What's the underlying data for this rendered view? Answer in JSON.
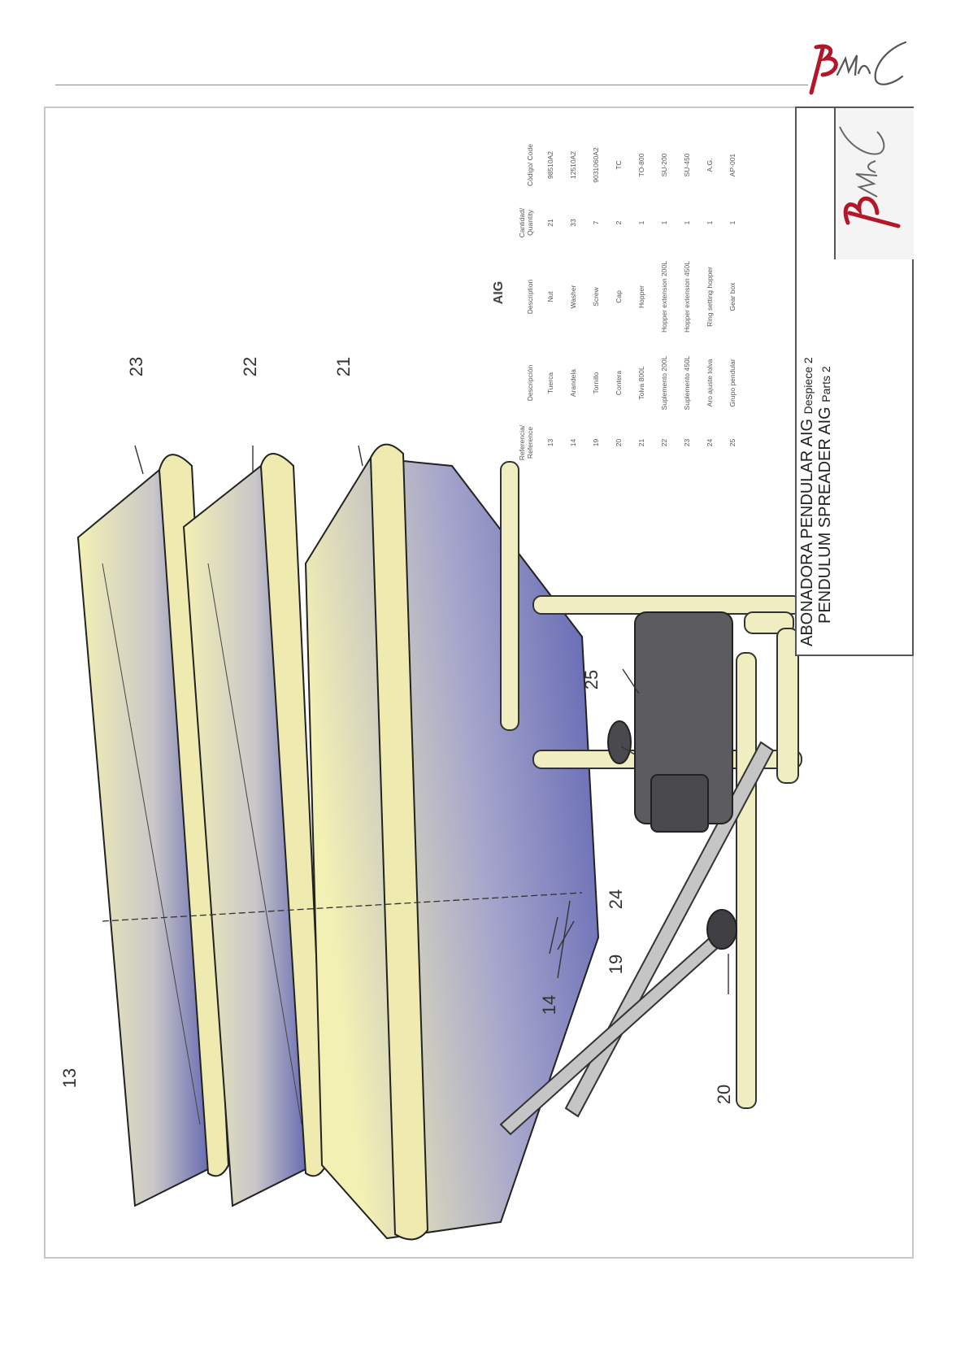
{
  "brand": {
    "logo_text": "BMC"
  },
  "title_block": {
    "line1_main": "ABONADORA PENDULAR AIG",
    "line1_sub": "Despiece 2",
    "line2_main": "PENDULUM SPREADER AIG",
    "line2_sub": "Parts 2"
  },
  "parts_table": {
    "title": "AIG",
    "headers": {
      "reference": "Referencia/ Reference",
      "descripcion": "Descripción",
      "description": "Description",
      "quantity": "Cantidad/ Quantity",
      "code": "Código/ Code"
    },
    "rows": [
      {
        "ref": "13",
        "descripcion": "Tuerca",
        "description": "Nut",
        "qty": "21",
        "code": "98510A2"
      },
      {
        "ref": "14",
        "descripcion": "Arandela",
        "description": "Washer",
        "qty": "33",
        "code": "12510A2"
      },
      {
        "ref": "19",
        "descripcion": "Tornillo",
        "description": "Screw",
        "qty": "7",
        "code": "9031060A2"
      },
      {
        "ref": "20",
        "descripcion": "Contera",
        "description": "Cap",
        "qty": "2",
        "code": "TC"
      },
      {
        "ref": "21",
        "descripcion": "Tolva 800L",
        "description": "Hopper",
        "qty": "1",
        "code": "TO-800"
      },
      {
        "ref": "22",
        "descripcion": "Suplemento 200L",
        "description": "Hopper extension 200L",
        "qty": "1",
        "code": "SU-200"
      },
      {
        "ref": "23",
        "descripcion": "Suplemento 450L",
        "description": "Hopper extension 450L",
        "qty": "1",
        "code": "SU-450"
      },
      {
        "ref": "24",
        "descripcion": "Aro ajuste tolva",
        "description": "Ring setting hopper",
        "qty": "1",
        "code": "A.G."
      },
      {
        "ref": "25",
        "descripcion": "Grupo pendular",
        "description": "Gear box",
        "qty": "1",
        "code": "AP-001"
      }
    ]
  },
  "callouts": {
    "c13": "13",
    "c14": "14",
    "c19": "19",
    "c20": "20",
    "c21": "21",
    "c22": "22",
    "c23": "23",
    "c24": "24",
    "c25": "25"
  },
  "colors": {
    "hopper_light": "#f3f0b4",
    "hopper_shade": "#5a5fb0",
    "gearbox": "#5c5c60",
    "tube": "#f0edc0",
    "logo_red": "#b3182a"
  }
}
